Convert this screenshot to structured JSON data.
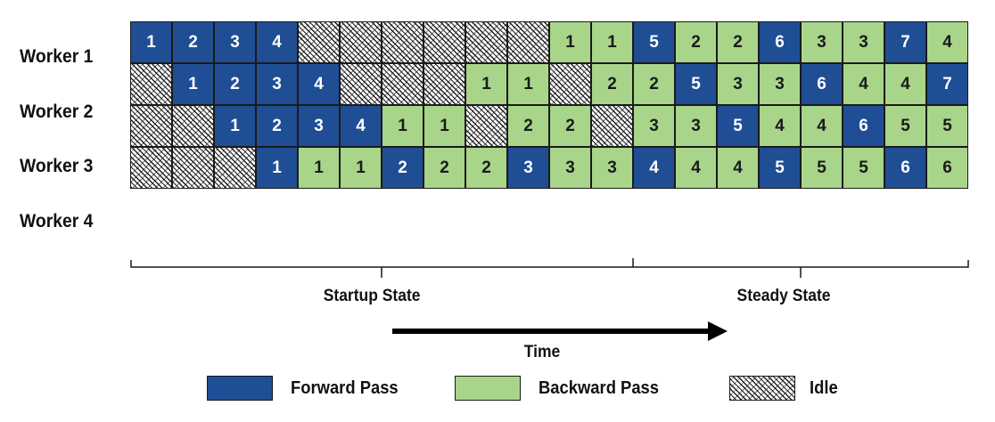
{
  "rows": [
    {
      "label": "Worker 1",
      "cells": [
        {
          "t": "f",
          "v": "1"
        },
        {
          "t": "f",
          "v": "2"
        },
        {
          "t": "f",
          "v": "3"
        },
        {
          "t": "f",
          "v": "4"
        },
        {
          "t": "i",
          "v": ""
        },
        {
          "t": "i",
          "v": ""
        },
        {
          "t": "i",
          "v": ""
        },
        {
          "t": "i",
          "v": ""
        },
        {
          "t": "i",
          "v": ""
        },
        {
          "t": "i",
          "v": ""
        },
        {
          "t": "b",
          "v": "1"
        },
        {
          "t": "b",
          "v": "1"
        },
        {
          "t": "f",
          "v": "5"
        },
        {
          "t": "b",
          "v": "2"
        },
        {
          "t": "b",
          "v": "2"
        },
        {
          "t": "f",
          "v": "6"
        },
        {
          "t": "b",
          "v": "3"
        },
        {
          "t": "b",
          "v": "3"
        },
        {
          "t": "f",
          "v": "7"
        },
        {
          "t": "b",
          "v": "4"
        }
      ]
    },
    {
      "label": "Worker 2",
      "cells": [
        {
          "t": "i",
          "v": ""
        },
        {
          "t": "f",
          "v": "1"
        },
        {
          "t": "f",
          "v": "2"
        },
        {
          "t": "f",
          "v": "3"
        },
        {
          "t": "f",
          "v": "4"
        },
        {
          "t": "i",
          "v": ""
        },
        {
          "t": "i",
          "v": ""
        },
        {
          "t": "i",
          "v": ""
        },
        {
          "t": "b",
          "v": "1"
        },
        {
          "t": "b",
          "v": "1"
        },
        {
          "t": "i",
          "v": ""
        },
        {
          "t": "b",
          "v": "2"
        },
        {
          "t": "b",
          "v": "2"
        },
        {
          "t": "f",
          "v": "5"
        },
        {
          "t": "b",
          "v": "3"
        },
        {
          "t": "b",
          "v": "3"
        },
        {
          "t": "f",
          "v": "6"
        },
        {
          "t": "b",
          "v": "4"
        },
        {
          "t": "b",
          "v": "4"
        },
        {
          "t": "f",
          "v": "7"
        }
      ]
    },
    {
      "label": "Worker 3",
      "cells": [
        {
          "t": "i",
          "v": ""
        },
        {
          "t": "i",
          "v": ""
        },
        {
          "t": "f",
          "v": "1"
        },
        {
          "t": "f",
          "v": "2"
        },
        {
          "t": "f",
          "v": "3"
        },
        {
          "t": "f",
          "v": "4"
        },
        {
          "t": "b",
          "v": "1"
        },
        {
          "t": "b",
          "v": "1"
        },
        {
          "t": "i",
          "v": ""
        },
        {
          "t": "b",
          "v": "2"
        },
        {
          "t": "b",
          "v": "2"
        },
        {
          "t": "i",
          "v": ""
        },
        {
          "t": "b",
          "v": "3"
        },
        {
          "t": "b",
          "v": "3"
        },
        {
          "t": "f",
          "v": "5"
        },
        {
          "t": "b",
          "v": "4"
        },
        {
          "t": "b",
          "v": "4"
        },
        {
          "t": "f",
          "v": "6"
        },
        {
          "t": "b",
          "v": "5"
        },
        {
          "t": "b",
          "v": "5"
        }
      ]
    },
    {
      "label": "Worker 4",
      "cells": [
        {
          "t": "i",
          "v": ""
        },
        {
          "t": "i",
          "v": ""
        },
        {
          "t": "i",
          "v": ""
        },
        {
          "t": "f",
          "v": "1"
        },
        {
          "t": "b",
          "v": "1"
        },
        {
          "t": "b",
          "v": "1"
        },
        {
          "t": "f",
          "v": "2"
        },
        {
          "t": "b",
          "v": "2"
        },
        {
          "t": "b",
          "v": "2"
        },
        {
          "t": "f",
          "v": "3"
        },
        {
          "t": "b",
          "v": "3"
        },
        {
          "t": "b",
          "v": "3"
        },
        {
          "t": "f",
          "v": "4"
        },
        {
          "t": "b",
          "v": "4"
        },
        {
          "t": "b",
          "v": "4"
        },
        {
          "t": "f",
          "v": "5"
        },
        {
          "t": "b",
          "v": "5"
        },
        {
          "t": "b",
          "v": "5"
        },
        {
          "t": "f",
          "v": "6"
        },
        {
          "t": "b",
          "v": "6"
        }
      ]
    }
  ],
  "phases": {
    "startup": "Startup State",
    "steady": "Steady State"
  },
  "time_label": "Time",
  "legend": {
    "forward": "Forward Pass",
    "backward": "Backward Pass",
    "idle": "Idle"
  },
  "colors": {
    "forward": "#1f4e95",
    "backward": "#a8d58a",
    "line": "#1a1a1a"
  }
}
